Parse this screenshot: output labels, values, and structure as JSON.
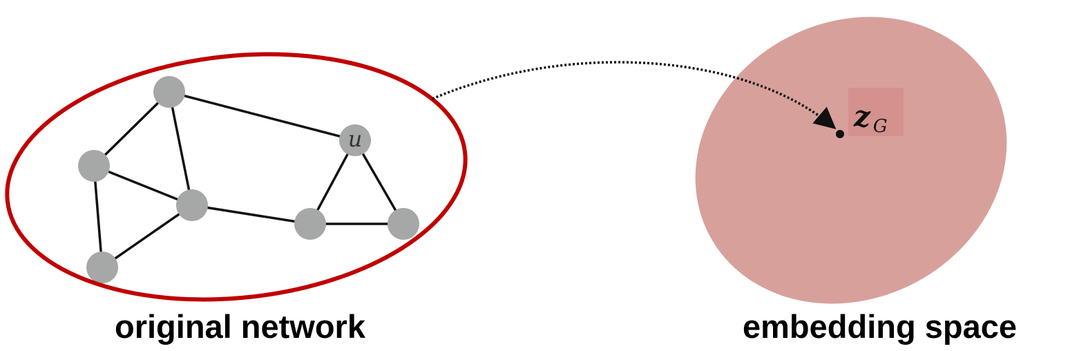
{
  "network": {
    "caption": "original network",
    "highlighted_node_label": "u"
  },
  "embedding": {
    "caption": "embedding space",
    "point_label_main": "z",
    "point_label_sub": "G"
  },
  "colors": {
    "node_fill": "#a5a8a6",
    "edge": "#111111",
    "highlight_ellipse": "#c00000",
    "embedding_region": "#d8a09a",
    "label_box": "#d4918e",
    "mapping_arrow": "#111111"
  }
}
